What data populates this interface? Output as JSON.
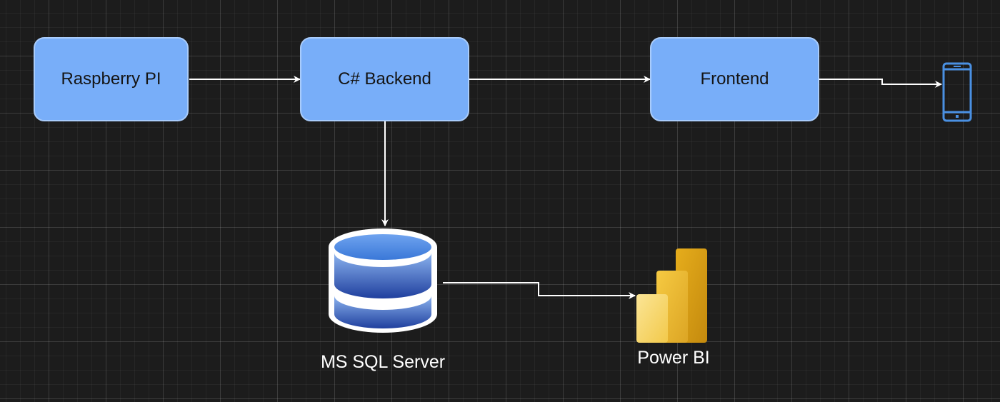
{
  "diagram": {
    "nodes": {
      "raspberry": {
        "label": "Raspberry PI"
      },
      "backend": {
        "label": "C# Backend"
      },
      "frontend": {
        "label": "Frontend"
      },
      "database": {
        "label": "MS SQL Server",
        "icon": "database-icon"
      },
      "powerbi": {
        "label": "Power BI",
        "icon": "power-bi-icon"
      },
      "mobile": {
        "icon": "mobile-phone-icon"
      }
    },
    "edges": [
      {
        "from": "Raspberry PI",
        "to": "C# Backend"
      },
      {
        "from": "C# Backend",
        "to": "Frontend"
      },
      {
        "from": "Frontend",
        "to": "mobile"
      },
      {
        "from": "C# Backend",
        "to": "MS SQL Server"
      },
      {
        "from": "MS SQL Server",
        "to": "Power BI"
      }
    ]
  },
  "colors": {
    "background": "#1c1c1c",
    "box_fill": "#78aef9",
    "box_border": "#a9ccfb",
    "connector": "#ffffff",
    "phone": "#4a90e2",
    "powerbi_gold": "#e8b128"
  }
}
